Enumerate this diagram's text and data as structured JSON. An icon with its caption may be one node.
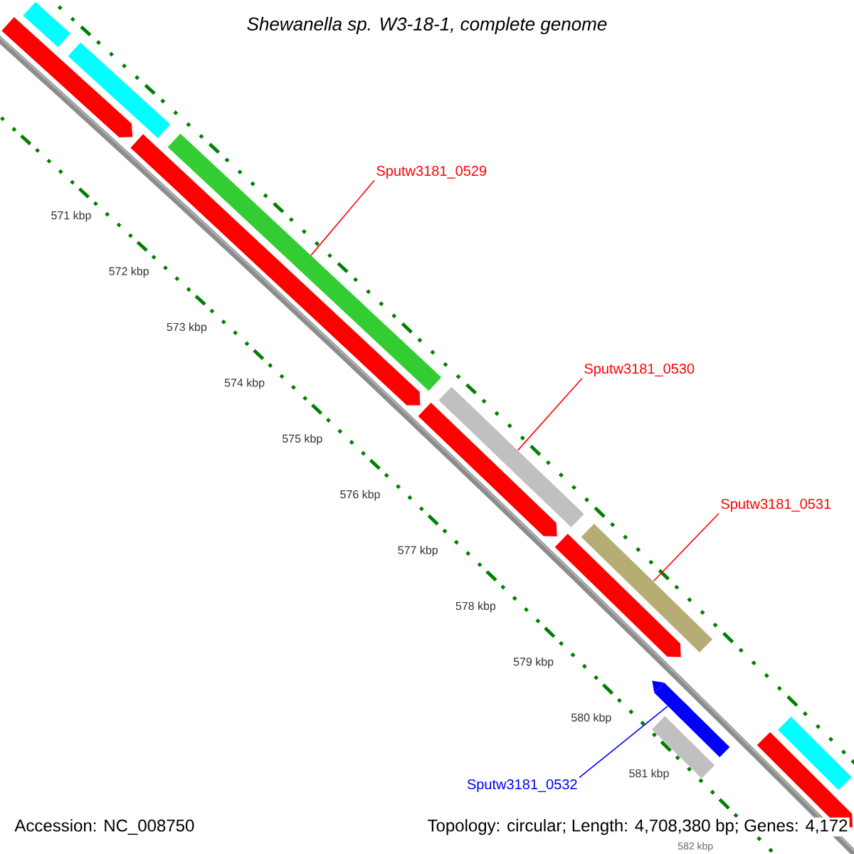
{
  "diagram": {
    "title": "Shewanella sp. W3-18-1, complete genome",
    "nodes": [
      {
        "text": [
          "Sputw3181_0529"
        ]
      },
      {
        "text": [],
        "shape": "bar"
      },
      {
        "text": [
          "Sputw3181_0530"
        ]
      },
      {
        "text": [],
        "shape": "bar"
      },
      {
        "text": [
          "Sputw3181_0531"
        ]
      },
      {
        "text": [],
        "shape": "bar"
      },
      {
        "text": [
          "Sputw3181_0532"
        ]
      },
      {
        "text": [],
        "shape": "bar"
      }
    ],
    "edges": [
      {
        "from": 0,
        "to": 1,
        "arrow": "none"
      },
      {
        "from": 2,
        "to": 3,
        "arrow": "none"
      },
      {
        "from": 4,
        "to": 5,
        "arrow": "none"
      },
      {
        "from": 6,
        "to": 7,
        "arrow": "none",
        "color": "#0000ff"
      }
    ],
    "labels": [
      "571 kbp",
      "572 kbp",
      "573 kbp",
      "574 kbp",
      "575 kbp",
      "576 kbp",
      "577 kbp",
      "578 kbp",
      "579 kbp",
      "580 kbp",
      "581 kbp",
      "582 kbp",
      "Accession: NC_008750",
      "Topology: circular; Length: 4,708,380 bp; Genes: 4,172"
    ]
  }
}
